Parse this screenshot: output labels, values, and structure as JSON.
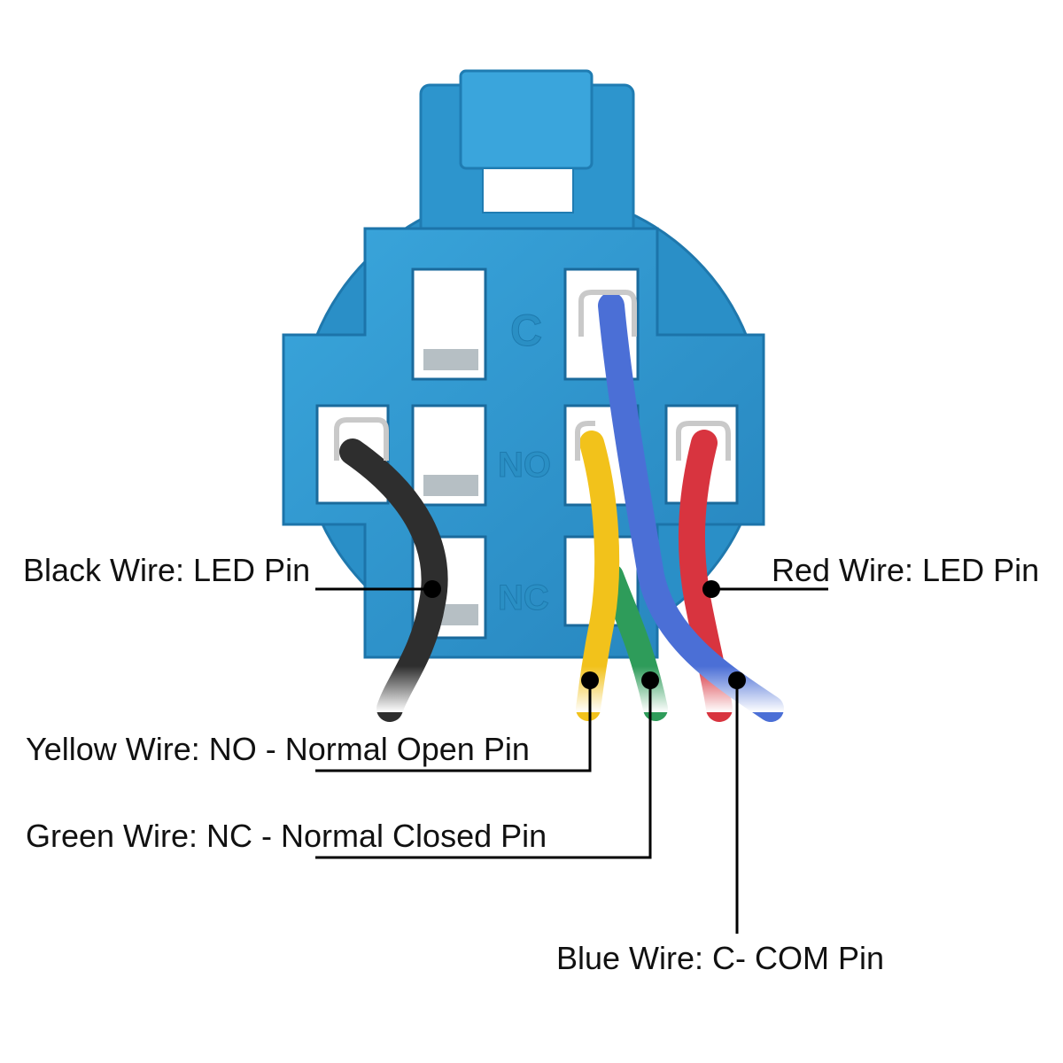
{
  "colors": {
    "connector": "#2f9bd3",
    "connector_dark": "#1f7fb4",
    "slot_shadow": "#2a6f96",
    "wire_black": "#2e2e2e",
    "wire_red": "#d8343f",
    "wire_yellow": "#f2c21b",
    "wire_green": "#2e9c5a",
    "wire_blue": "#4b6fd6",
    "leader_line": "#000000"
  },
  "connector": {
    "pin_marks": {
      "c": "C",
      "no": "NO",
      "nc": "NC"
    }
  },
  "callouts": {
    "black": "Black Wire: LED Pin",
    "red": "Red Wire: LED Pin",
    "yellow": "Yellow Wire: NO - Normal Open Pin",
    "green": "Green Wire: NC - Normal Closed Pin",
    "blue": "Blue Wire: C- COM Pin"
  }
}
